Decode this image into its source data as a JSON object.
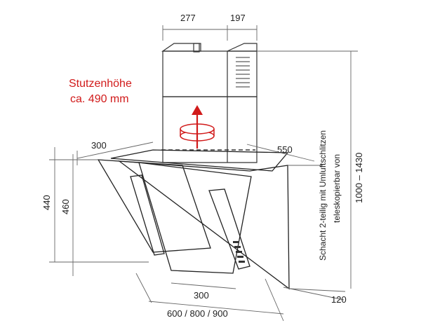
{
  "callout": {
    "line1": "Stutzenhöhe",
    "line2": "ca. 490 mm",
    "color": "#d11a1a"
  },
  "dimensions": {
    "top_width_left": "277",
    "top_width_right": "197",
    "depth_left": "300",
    "depth_right": "550",
    "height_440": "440",
    "height_460": "460",
    "bottom_300": "300",
    "bottom_width": "600 / 800 / 900",
    "bottom_right": "120",
    "chimney_range": "1000 – 1430"
  },
  "notes": {
    "line1": "Schacht 2-teilig mit Umluftschlitzen",
    "line2": "teleskopierbar von"
  },
  "icons": {
    "airflow": "fan-airflow-icon",
    "arrow": "red-up-arrow-icon"
  }
}
